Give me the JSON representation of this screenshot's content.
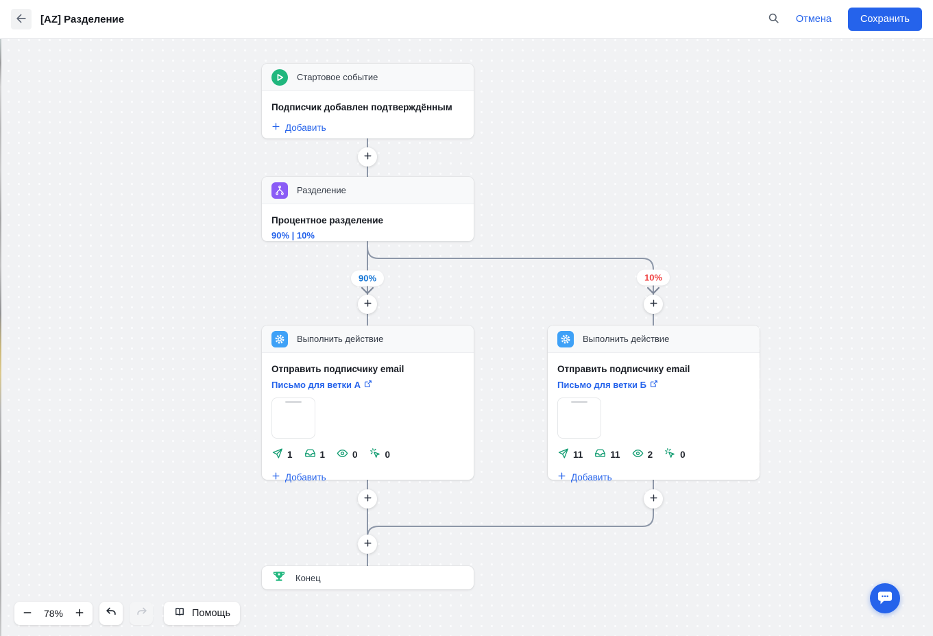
{
  "header": {
    "title": "[AZ] Разделение",
    "cancel_label": "Отмена",
    "save_label": "Сохранить"
  },
  "labels": {
    "add": "Добавить"
  },
  "canvas": {
    "start": {
      "header": "Стартовое событие",
      "event_title": "Подписчик добавлен подтверждённым"
    },
    "split": {
      "header": "Разделение",
      "title": "Процентное разделение",
      "percentages_link": "90% | 10%"
    },
    "branch_a": {
      "label": "90%"
    },
    "branch_b": {
      "label": "10%"
    },
    "action_a": {
      "header": "Выполнить действие",
      "title": "Отправить подписчику email",
      "letter_link": "Письмо для ветки А",
      "stats": [
        {
          "icon": "send-icon",
          "value": "1"
        },
        {
          "icon": "inbox-icon",
          "value": "1"
        },
        {
          "icon": "eye-icon",
          "value": "0"
        },
        {
          "icon": "click-icon",
          "value": "0"
        }
      ]
    },
    "action_b": {
      "header": "Выполнить действие",
      "title": "Отправить подписчику email",
      "letter_link": "Письмо для ветки Б",
      "stats": [
        {
          "icon": "send-icon",
          "value": "11"
        },
        {
          "icon": "inbox-icon",
          "value": "11"
        },
        {
          "icon": "eye-icon",
          "value": "2"
        },
        {
          "icon": "click-icon",
          "value": "0"
        }
      ]
    },
    "end": {
      "label": "Конец"
    }
  },
  "controls": {
    "zoom_level": "78%",
    "help_label": "Помощь"
  },
  "colors": {
    "accent": "#2563eb",
    "green": "#21b77e",
    "purple": "#8b5cf6",
    "action_blue": "#3ea1f7",
    "red": "#ef3e3e",
    "stat_green": "#119c71",
    "line": "#8d97a8",
    "canvas_bg": "#f1f2f4"
  }
}
